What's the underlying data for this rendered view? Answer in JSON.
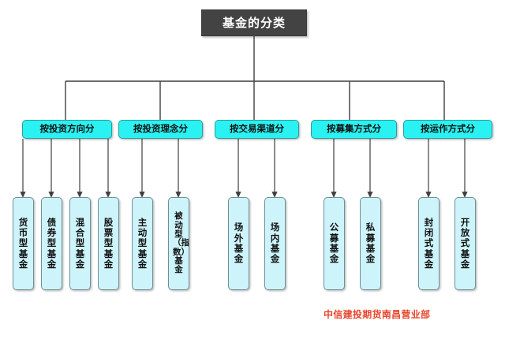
{
  "diagram": {
    "root": {
      "label": "基金的分类",
      "fill": "#434343",
      "text_color": "#ffffff"
    },
    "category_fill": "#2bf2f2",
    "leaf_fill": "#cdf4fb",
    "connector_color": "#3f3f3f",
    "categories": [
      {
        "label": "按投资方向分",
        "children": [
          {
            "label": "货币型基金"
          },
          {
            "label": "债券型基金"
          },
          {
            "label": "混合型基金"
          },
          {
            "label": "股票型基金"
          }
        ]
      },
      {
        "label": "按投资理念分",
        "children": [
          {
            "label": "主动型基金"
          },
          {
            "label": "被动型（指数）基金"
          }
        ]
      },
      {
        "label": "按交易渠道分",
        "children": [
          {
            "label": "场外基金"
          },
          {
            "label": "场内基金"
          }
        ]
      },
      {
        "label": "按募集方式分",
        "children": [
          {
            "label": "公募基金"
          },
          {
            "label": "私募基金"
          }
        ]
      },
      {
        "label": "按运作方式分",
        "children": [
          {
            "label": "封闭式基金"
          },
          {
            "label": "开放式基金"
          }
        ]
      }
    ]
  },
  "footer": {
    "text": "中信建投期货南昌营业部",
    "color": "#e8452c"
  }
}
